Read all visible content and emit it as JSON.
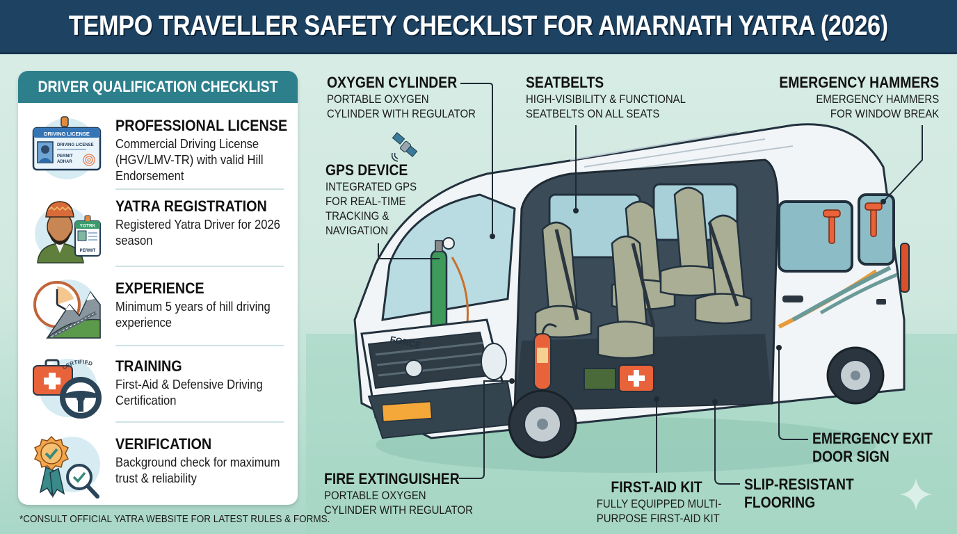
{
  "header": {
    "title": "TEMPO TRAVELLER SAFETY CHECKLIST FOR AMARNATH YATRA (2026)"
  },
  "colors": {
    "header_bg": "#1e4262",
    "panel_header_bg": "#2e7f8c",
    "background": "#d8ede6",
    "accent_orange": "#e8623a",
    "cylinder_green": "#3e9a5a"
  },
  "driver_checklist": {
    "heading": "DRIVER QUALIFICATION CHECKLIST",
    "items": [
      {
        "icon": "driving-license-icon",
        "icon_labels": {
          "card_title": "DRIVING LICENSE",
          "card_line": "DRIVING LICENSE",
          "permit": "PERMIT",
          "adhar": "ADHAR"
        },
        "title": "PROFESSIONAL LICENSE",
        "description": "Commercial Driving License (HGV/LMV-TR) with valid Hill Endorsement"
      },
      {
        "icon": "yatra-driver-badge-icon",
        "icon_labels": {
          "badge_title": "YOTRK",
          "badge_footer": "PERMIT"
        },
        "title": "YATRA REGISTRATION",
        "description": "Registered Yatra Driver for 2026 season"
      },
      {
        "icon": "clock-mountain-road-icon",
        "title": "EXPERIENCE",
        "description": "Minimum 5 years of hill driving experience"
      },
      {
        "icon": "first-aid-steering-wheel-icon",
        "icon_labels": {
          "stamp": "CERTIFIED"
        },
        "title": "TRAINING",
        "description": "First-Aid & Defensive Driving Certification"
      },
      {
        "icon": "verified-badge-magnifier-icon",
        "title": "VERIFICATION",
        "description": "Background check for maximum trust & reliability"
      }
    ]
  },
  "footnote": "*CONSULT OFFICIAL YATRA WEBSITE FOR LATEST RULES & FORMS.",
  "callouts": {
    "oxygen": {
      "title": "OXYGEN CYLINDER",
      "line1": "PORTABLE OXYGEN",
      "line2": "CYLINDER WITH REGULATOR"
    },
    "gps": {
      "title": "GPS DEVICE",
      "line1": "INTEGRATED GPS",
      "line2": "FOR REAL-TIME",
      "line3": "TRACKING &",
      "line4": "NAVIGATION"
    },
    "seatbelts": {
      "title": "SEATBELTS",
      "line1": "HIGH-VISIBILITY & FUNCTIONAL",
      "line2": "SEATBELTS ON ALL SEATS"
    },
    "hammers": {
      "title": "EMERGENCY HAMMERS",
      "line1": "EMERGENCY HAMMERS",
      "line2": "FOR WINDOW BREAK"
    },
    "exit": {
      "title_line1": "EMERGENCY EXIT",
      "title_line2": "DOOR SIGN"
    },
    "flooring": {
      "title_line1": "SLIP-RESISTANT",
      "title_line2": "FLOORING"
    },
    "first_aid": {
      "title": "FIRST-AID KIT",
      "line1": "FULLY EQUIPPED MULTI-",
      "line2": "PURPOSE FIRST-AID KIT"
    },
    "extinguisher": {
      "title": "FIRE EXTINGUISHER",
      "line1": "PORTABLE OXYGEN",
      "line2": "CYLINDER WITH REGULATOR"
    }
  },
  "van": {
    "brand_label": "FORCE"
  }
}
